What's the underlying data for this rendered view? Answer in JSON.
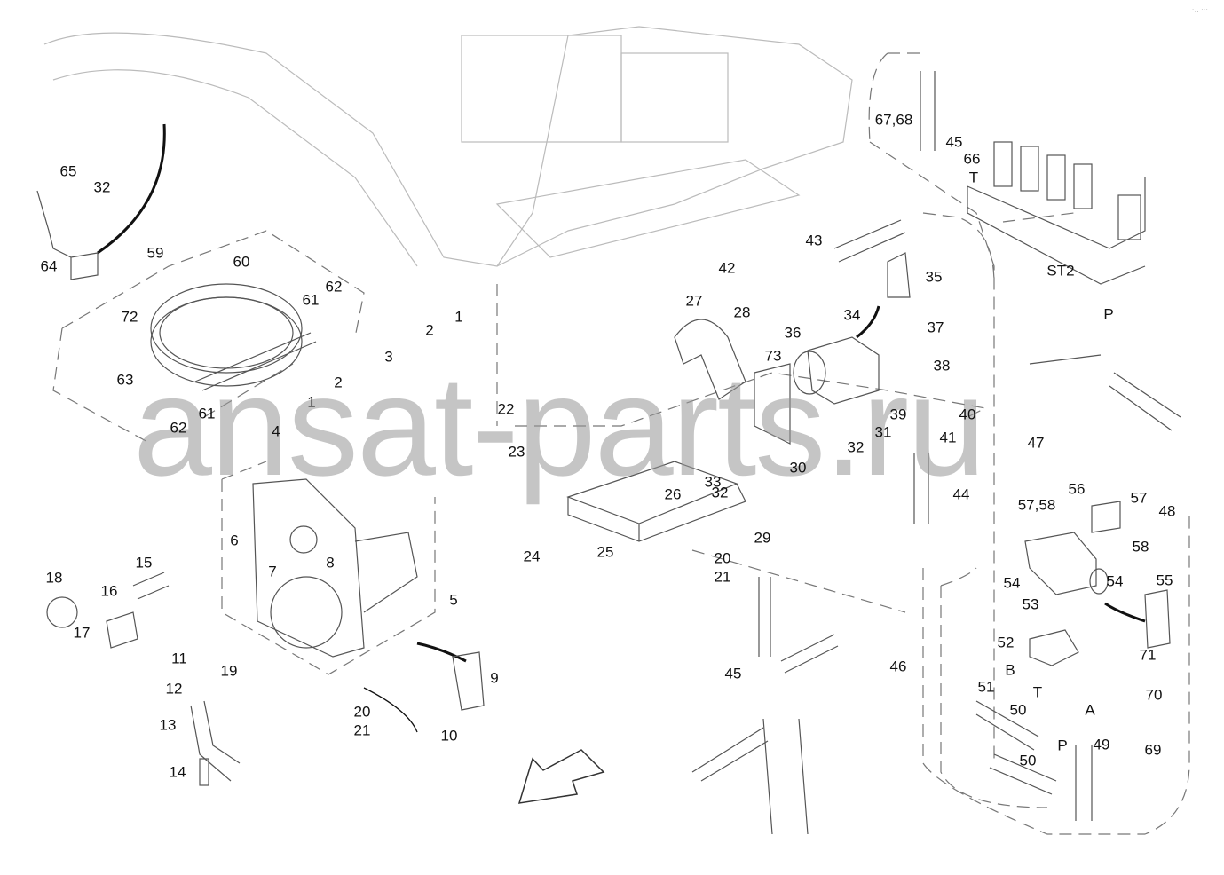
{
  "diagram": {
    "watermark": "ansat-parts.ru",
    "corner_mark": "·‥ ···",
    "labels": [
      "65",
      "32",
      "64",
      "59",
      "60",
      "61",
      "62",
      "72",
      "63",
      "61",
      "62",
      "1",
      "2",
      "3",
      "2",
      "1",
      "4",
      "22",
      "23",
      "24",
      "25",
      "26",
      "33",
      "32",
      "29",
      "20",
      "21",
      "27",
      "28",
      "42",
      "43",
      "35",
      "34",
      "37",
      "36",
      "73",
      "38",
      "39",
      "40",
      "31",
      "41",
      "32",
      "30",
      "47",
      "44",
      "48",
      "67,68",
      "45",
      "66",
      "ST2",
      "P",
      "T",
      "57,58",
      "56",
      "57",
      "58",
      "54",
      "54",
      "53",
      "55",
      "52",
      "71",
      "70",
      "51",
      "B",
      "T",
      "50",
      "A",
      "49",
      "69",
      "50",
      "P",
      "46",
      "45",
      "6",
      "7",
      "8",
      "5",
      "18",
      "15",
      "16",
      "17",
      "11",
      "19",
      "9",
      "12",
      "20",
      "21",
      "10",
      "13",
      "14"
    ]
  }
}
